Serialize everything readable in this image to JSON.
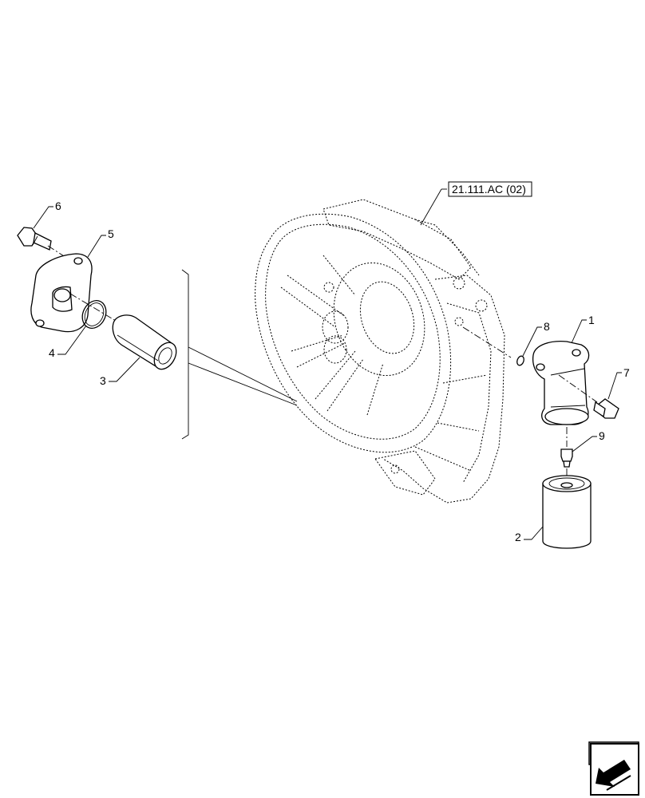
{
  "reference": {
    "label": "21.111.AC (02)"
  },
  "callouts": [
    {
      "id": "1",
      "part": "filter-head"
    },
    {
      "id": "2",
      "part": "oil-filter"
    },
    {
      "id": "3",
      "part": "sleeve"
    },
    {
      "id": "4",
      "part": "o-ring"
    },
    {
      "id": "5",
      "part": "cover-plate"
    },
    {
      "id": "6",
      "part": "bolt-left"
    },
    {
      "id": "7",
      "part": "bolt-right"
    },
    {
      "id": "8",
      "part": "seal-ring"
    },
    {
      "id": "9",
      "part": "nipple"
    }
  ],
  "icons": {
    "nav": "arrow-previous-icon"
  }
}
